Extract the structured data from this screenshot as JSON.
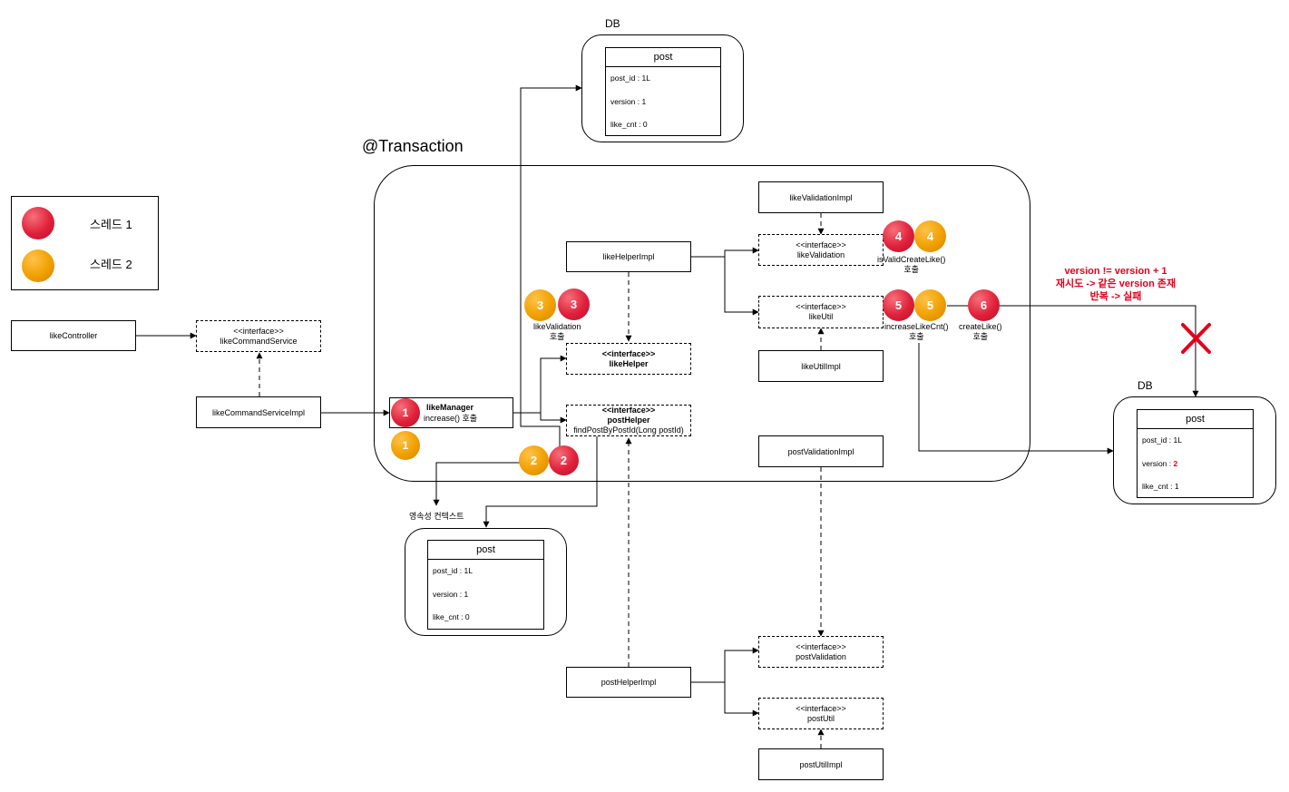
{
  "labels": {
    "db_top": "DB",
    "db_right": "DB",
    "transaction": "@Transaction",
    "persistence_context": "영속성 컨텍스트"
  },
  "legend": {
    "thread1": "스레드 1",
    "thread2": "스레드 2"
  },
  "components": {
    "like_controller": "likeController",
    "like_command_service_stereo": "<<interface>>",
    "like_command_service": "likeCommandService",
    "like_command_service_impl": "likeCommandServiceImpl",
    "like_manager": "likeManager",
    "like_manager_call": "increase() 호출",
    "like_helper_impl": "likeHelperImpl",
    "like_helper_stereo": "<<interface>>",
    "like_helper": "likeHelper",
    "post_helper_stereo": "<<interface>>",
    "post_helper": "postHelper",
    "post_helper_method": "findPostByPostId(Long postId)",
    "like_validation_impl": "likeValidationImpl",
    "like_validation_stereo": "<<interface>>",
    "like_validation": "likeValidation",
    "like_util_stereo": "<<interface>>",
    "like_util": "likeUtil",
    "like_util_impl": "likeUtilImpl",
    "post_validation_impl": "postValidationImpl",
    "post_validation_stereo": "<<interface>>",
    "post_validation": "postValidation",
    "post_helper_impl": "postHelperImpl",
    "post_util_stereo": "<<interface>>",
    "post_util": "postUtil",
    "post_util_impl": "postUtilImpl"
  },
  "annotations": {
    "like_validation_call_1": "likeValidation",
    "like_validation_call_2": "호출",
    "is_valid_create_like_1": "isValidCreateLike()",
    "is_valid_create_like_2": "호출",
    "increase_like_cnt_1": "increaseLikeCnt()",
    "increase_like_cnt_2": "호출",
    "create_like_1": "createLike()",
    "create_like_2": "호출",
    "conflict_1": "version != version + 1",
    "conflict_2": "재시도 -> 같은 version 존재",
    "conflict_3": "반복 -> 실패"
  },
  "steps": {
    "s1a": "1",
    "s1b": "1",
    "s2a": "2",
    "s2b": "2",
    "s3a": "3",
    "s3b": "3",
    "s4a": "4",
    "s4b": "4",
    "s5a": "5",
    "s5b": "5",
    "s6": "6"
  },
  "tables": {
    "top_db": {
      "title": "post",
      "post_id": "post_id : 1L",
      "version": "version : 1",
      "like_cnt": "like_cnt : 0"
    },
    "persistence": {
      "title": "post",
      "post_id": "post_id : 1L",
      "version": "version : 1",
      "like_cnt": "like_cnt : 0"
    },
    "right_db": {
      "title": "post",
      "post_id": "post_id : 1L",
      "version_label": "version : ",
      "version_value": "2",
      "like_cnt": "like_cnt : 1"
    }
  },
  "colors": {
    "thread1": "#e0203a",
    "thread2": "#f0a000",
    "warning": "#e3001b"
  },
  "icons": {
    "fail_mark": "red-x-icon"
  }
}
